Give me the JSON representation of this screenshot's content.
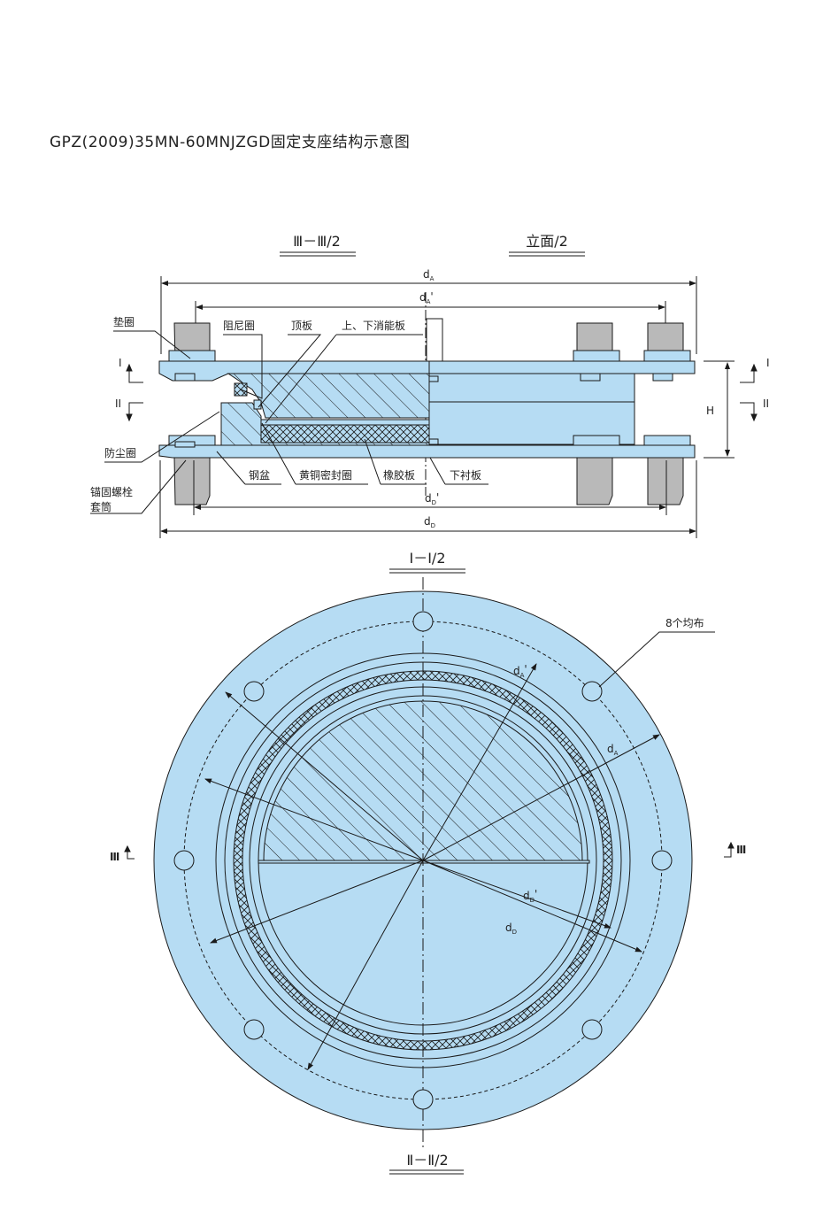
{
  "title": "GPZ(2009)35MN-60MNJZGD固定支座结构示意图",
  "section_elevation": {
    "left_title": "Ⅲ－Ⅲ/2",
    "right_title": "立面/2",
    "labels": {
      "washer": "垫圈",
      "damping_ring": "阻尼圈",
      "top_plate": "顶板",
      "energy_plate": "上、下消能板",
      "dust_ring": "防尘圈",
      "anchor_bolt": "锚固螺栓",
      "sleeve": "套筒",
      "steel_pot": "钢盆",
      "brass_seal": "黄铜密封圈",
      "rubber_plate": "橡胶板",
      "lower_liner": "下衬板"
    },
    "dims": {
      "dA": "d",
      "dA_sub": "A",
      "dA_prime": "d",
      "dA_prime_sub": "A",
      "dA_prime_mark": "'",
      "dD_prime": "d",
      "dD_prime_sub": "D",
      "dD_prime_mark": "'",
      "dD": "d",
      "dD_sub": "D",
      "H": "H"
    },
    "section_marks": {
      "I_left": "I",
      "II_left": "II",
      "I_right": "I",
      "II_right": "II"
    }
  },
  "plan": {
    "top_title": "I－I/2",
    "bottom_title": "Ⅱ－Ⅱ/2",
    "bolt_note": "8个均布",
    "left_mark": "Ⅲ",
    "right_mark": "Ⅲ",
    "dims": {
      "dA_prime": "d",
      "dA_prime_sub": "A",
      "dA_prime_mark": "'",
      "dA": "d",
      "dA_sub": "A",
      "dD_prime": "d",
      "dD_prime_sub": "D",
      "dD_prime_mark": "'",
      "dD": "d",
      "dD_sub": "D"
    }
  },
  "colors": {
    "fill": "#b6dcf3",
    "line": "#1a1a1a",
    "bolt": "#b9b9b9"
  }
}
